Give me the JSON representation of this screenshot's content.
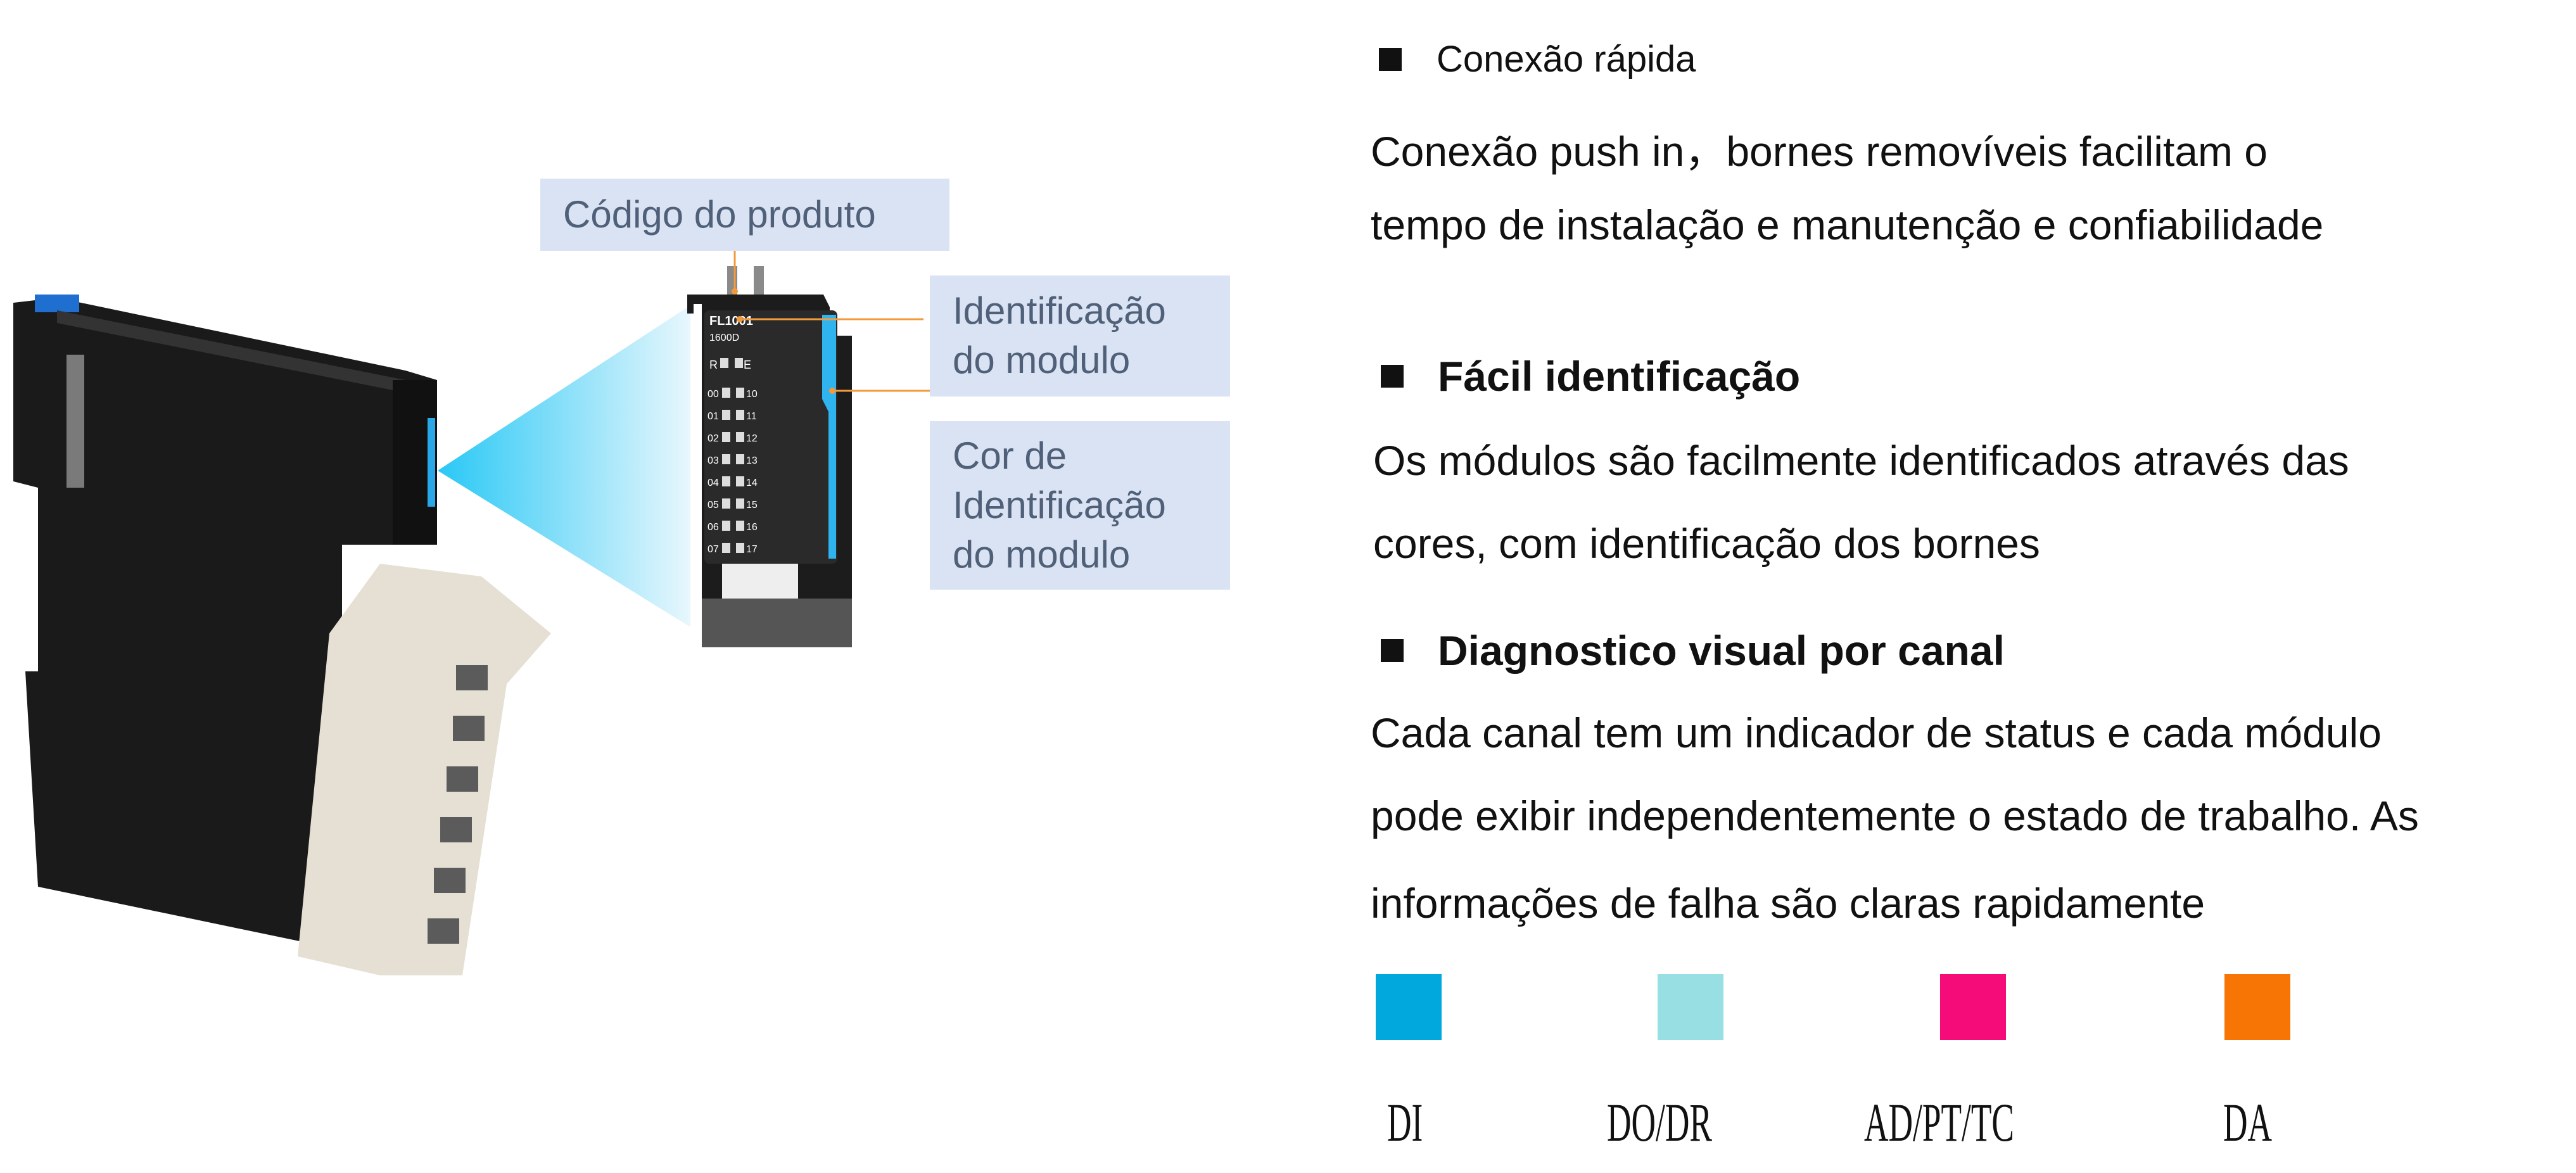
{
  "callouts": {
    "product_code": "Código do produto",
    "module_id": [
      "Identificação",
      "do modulo"
    ],
    "module_color": [
      "Cor de",
      "Identificação",
      "do modulo"
    ]
  },
  "module_panel": {
    "model": "FL1001",
    "variant": "1600D",
    "status_left": "R",
    "status_right": "E",
    "left_channels": [
      "00",
      "01",
      "02",
      "03",
      "04",
      "05",
      "06",
      "07"
    ],
    "right_channels": [
      "10",
      "11",
      "12",
      "13",
      "14",
      "15",
      "16",
      "17"
    ]
  },
  "features": [
    {
      "title": "Conexão rápida",
      "lines": [
        "Conexão push in，bornes removíveis facilitam o",
        "tempo de instalação e manutenção e confiabilidade"
      ]
    },
    {
      "title": "Fácil identificação",
      "lines": [
        "Os módulos são facilmente identificados através das",
        "cores, com identificação dos bornes"
      ]
    },
    {
      "title": "Diagnostico visual  por canal",
      "lines": [
        "Cada canal tem um indicador de status e cada módulo",
        "pode exibir independentemente o estado de trabalho. As",
        "informações de falha são claras rapidamente"
      ]
    }
  ],
  "legend": [
    {
      "label": "DI",
      "color": "#00a8de"
    },
    {
      "label": "DO/DR",
      "color": "#98dfe4"
    },
    {
      "label": "AD/PT/TC",
      "color": "#f50c78"
    },
    {
      "label": "DA",
      "color": "#f67504"
    }
  ]
}
